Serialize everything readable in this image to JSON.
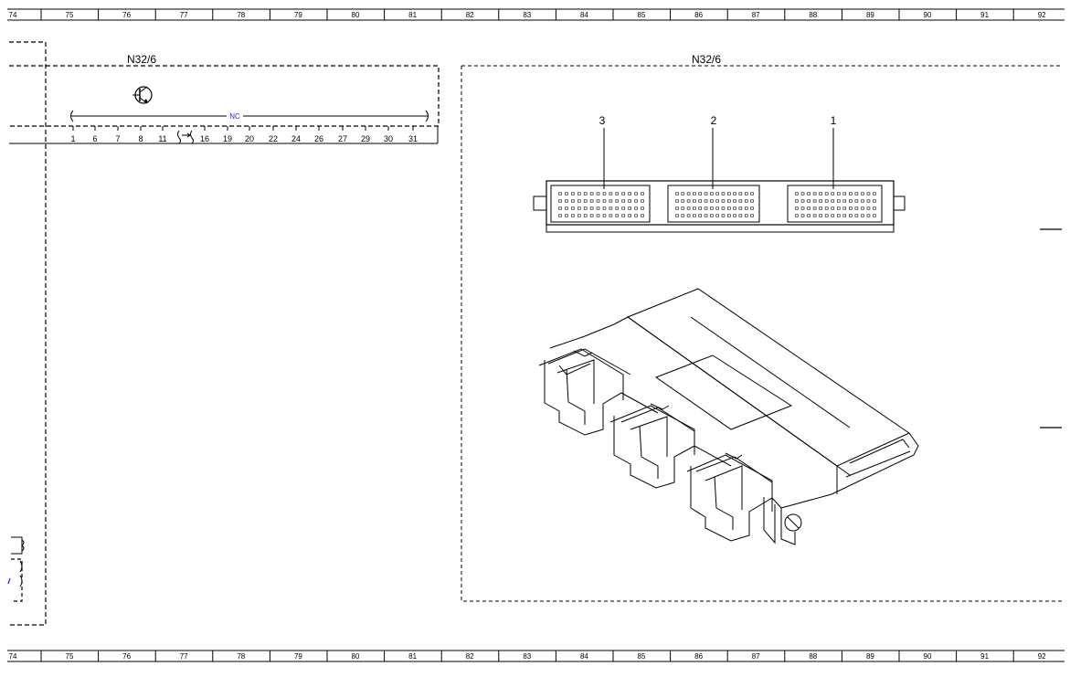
{
  "ruler": {
    "columns": [
      "74",
      "75",
      "76",
      "77",
      "78",
      "79",
      "80",
      "81",
      "82",
      "83",
      "84",
      "85",
      "86",
      "87",
      "88",
      "89",
      "90",
      "91",
      "92"
    ]
  },
  "left_panel": {
    "component_label": "N32/6",
    "nc_label": "NC",
    "pins": [
      "1",
      "6",
      "7",
      "8",
      "11",
      "16",
      "19",
      "20",
      "22",
      "24",
      "26",
      "27",
      "29",
      "30",
      "31"
    ]
  },
  "right_panel": {
    "component_label": "N32/6",
    "connector_labels": [
      "3",
      "2",
      "1"
    ]
  },
  "colors": {
    "line": "#000000",
    "nc_text": "#1a1aff",
    "dash": "#000000"
  },
  "icons": [
    "transistor-icon",
    "ecu-isometric-drawing",
    "connector-front-drawing"
  ]
}
